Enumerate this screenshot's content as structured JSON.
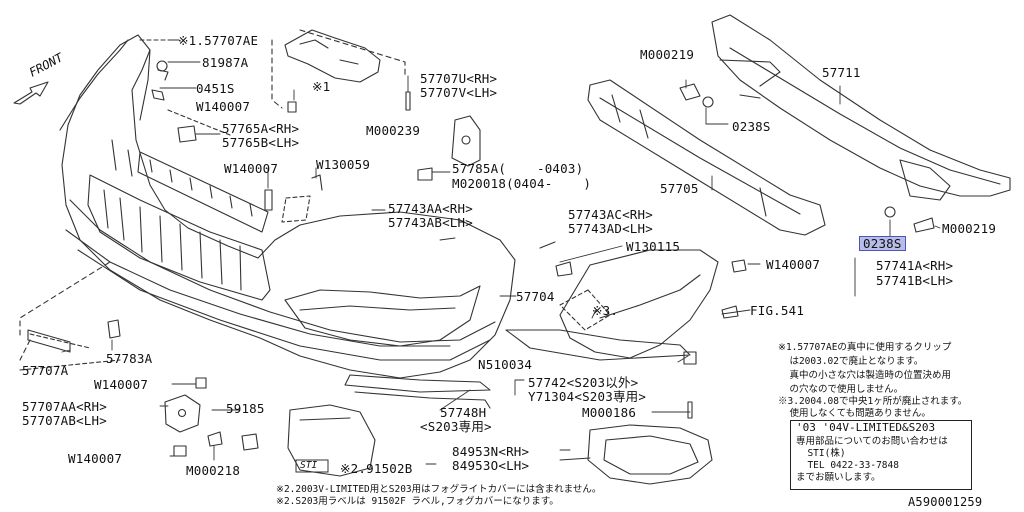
{
  "front_label": "FRONT",
  "labels": {
    "p57707AE": "※1.57707AE",
    "p81987A": "81987A",
    "p0451S": "0451S",
    "pW140007_a": "W140007",
    "p57765A": "57765A<RH>",
    "p57765B": "57765B<LH>",
    "pW140007_b": "W140007",
    "pW130059": "W130059",
    "p57707U": "57707U<RH>",
    "p57707V": "57707V<LH>",
    "pM000239": "M000239",
    "star1": "※1",
    "p57785A": "57785A(    -0403)",
    "pM020018": "M020018(0404-    )",
    "p57743AA": "57743AA<RH>",
    "p57743AB": "57743AB<LH>",
    "p57743AC": "57743AC<RH>",
    "p57743AD": "57743AD<LH>",
    "pM000219_a": "M000219",
    "p57711": "57711",
    "p0238S_a": "0238S",
    "p57705": "57705",
    "p0238S_b": "0238S",
    "pM000219_b": "M000219",
    "pW130115": "W130115",
    "p57741A": "57741A<RH>",
    "p57741B": "57741B<LH>",
    "pW140007_c": "W140007",
    "p57704": "57704",
    "star3": "※3.",
    "pFIG541": "FIG.541",
    "p57707A": "57707A",
    "p57783A": "57783A",
    "pW140007_d": "W140007",
    "pN510034": "N510034",
    "p57742": "57742<S203以外>",
    "pY71304": "Y71304<S203専用>",
    "p57707AA": "57707AA<RH>",
    "p57707AB": "57707AB<LH>",
    "p59185": "59185",
    "p57748H": "57748H",
    "pS203only": "<S203専用>",
    "pM000186": "M000186",
    "pW140007_e": "W140007",
    "pM000218": "M000218",
    "p84953N": "84953N<RH>",
    "p84953O": "84953O<LH>",
    "p291502B": "※2.91502B",
    "sti_badge": "STI",
    "diagram_id": "A590001259"
  },
  "notes_right": [
    "※1.57707AEの真中に使用するクリップ",
    "  は2003.02で廃止となります。",
    "  真中の小さな穴は製造時の位置決め用",
    "  の穴なので使用しません。",
    "※3.2004.08で中央1ヶ所が廃止されます。",
    "  使用しなくても問題ありません。"
  ],
  "contact_box": [
    "'03 '04V-LIMITED&S203",
    "専用部品についてのお問い合わせは",
    "  STI(株)",
    "  TEL 0422-33-7848",
    "までお願いします。"
  ],
  "notes_bottom": [
    "※2.2003V-LIMITED用とS203用はフォグライトカバーには含まれません。",
    "※2.S203用ラベルは 91502F ラベル,フォグカバーになります。"
  ]
}
